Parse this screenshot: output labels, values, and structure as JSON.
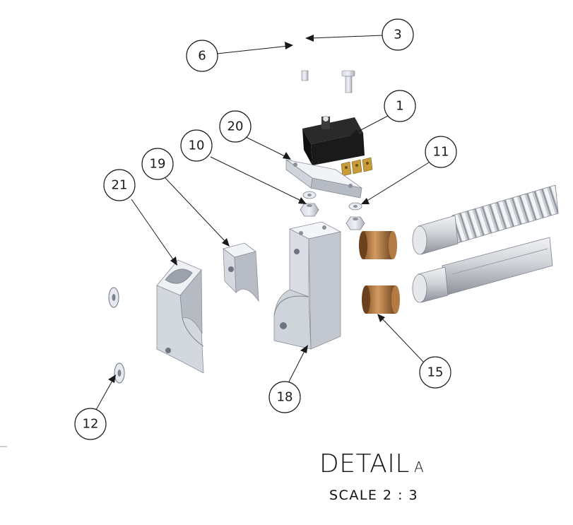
{
  "detail": {
    "title": "DETAIL",
    "letter": "A",
    "scale": "SCALE 2 : 3"
  },
  "balloons": [
    "1",
    "3",
    "6",
    "10",
    "11",
    "12",
    "15",
    "18",
    "19",
    "20",
    "21"
  ],
  "colors": {
    "metal_light": "#e6e9ef",
    "metal_mid": "#b9bec8",
    "metal_dark": "#7d8390",
    "bronze_light": "#c9905a",
    "bronze_dark": "#7a4e22",
    "switch_body": "#151515",
    "terminal": "#c79a3a",
    "line": "#1a1a1a"
  }
}
